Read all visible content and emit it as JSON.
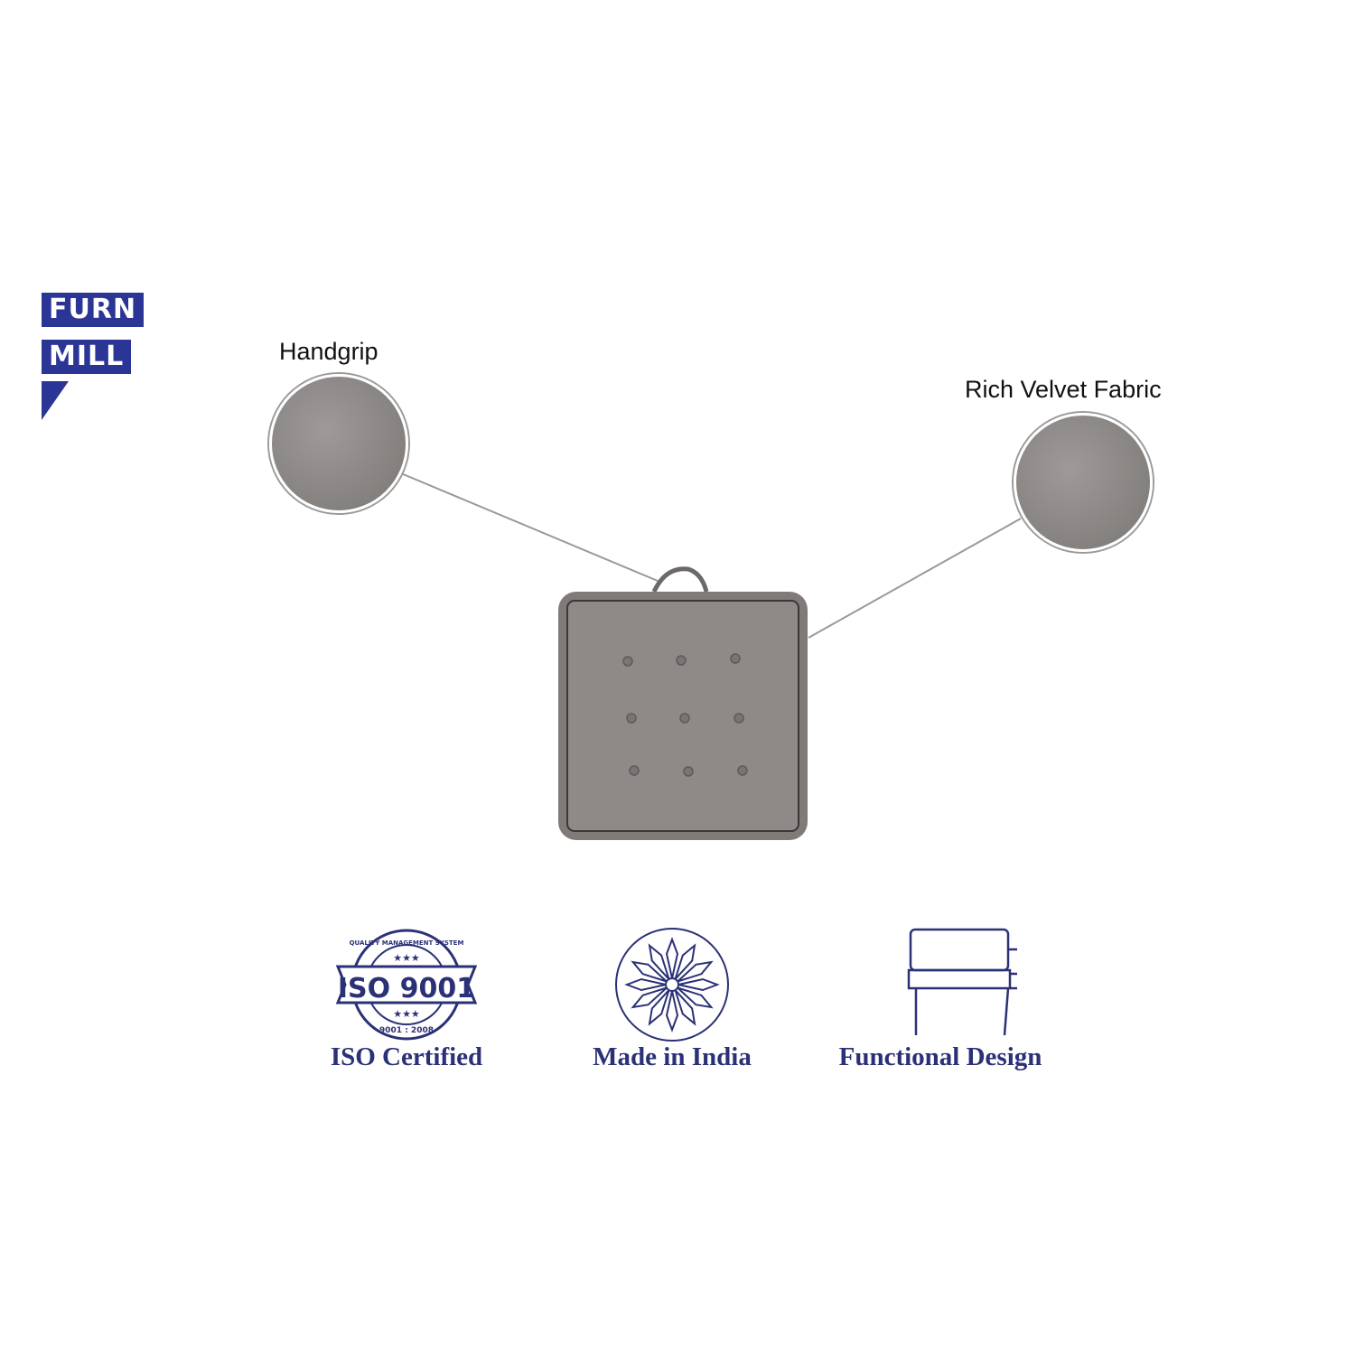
{
  "brand": {
    "line1": "FURN",
    "line2": "MILL"
  },
  "callouts": [
    {
      "label": "Handgrip"
    },
    {
      "label": "Rich Velvet Fabric"
    }
  ],
  "badge": {
    "ring_top": "QUALITY MANAGEMENT SYSTEM",
    "main": "ISO 9001",
    "ring_bottom": "9001 : 2008"
  },
  "features": [
    {
      "label": "ISO Certified",
      "icon": "iso-badge-icon"
    },
    {
      "label": "Made in India",
      "icon": "mandala-icon"
    },
    {
      "label": "Functional Design",
      "icon": "chair-icon"
    }
  ],
  "colors": {
    "brand": "#2b3595",
    "text": "#2b3176",
    "fabric": "#8e8a88"
  }
}
